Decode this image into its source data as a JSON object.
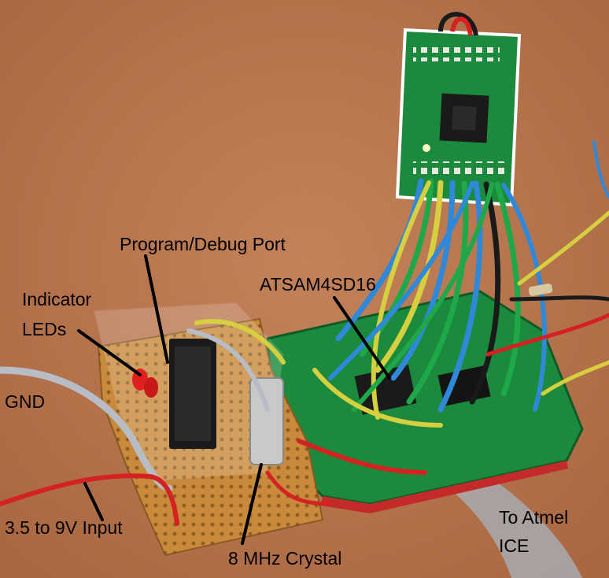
{
  "annotations": {
    "program_debug_port": "Program/Debug Port",
    "indicator_leds_line1": "Indicator",
    "indicator_leds_line2": "LEDs",
    "gnd": "GND",
    "mcu": "ATSAM4SD16",
    "power_input": "3.5 to 9V Input",
    "crystal": "8 MHz Crystal",
    "to_atmel_line1": "To Atmel",
    "to_atmel_line2": "ICE"
  },
  "colors": {
    "table": "#b9774a",
    "pcb_green": "#1c8a3c",
    "perfboard": "#c98a3c",
    "header_black": "#1a1a1a",
    "wire_blue": "#2f88d8",
    "wire_green": "#1fa84a",
    "wire_yellow": "#d6d040",
    "wire_red": "#d42222",
    "wire_gray": "#b8bcc4",
    "led_red": "#e02020"
  }
}
